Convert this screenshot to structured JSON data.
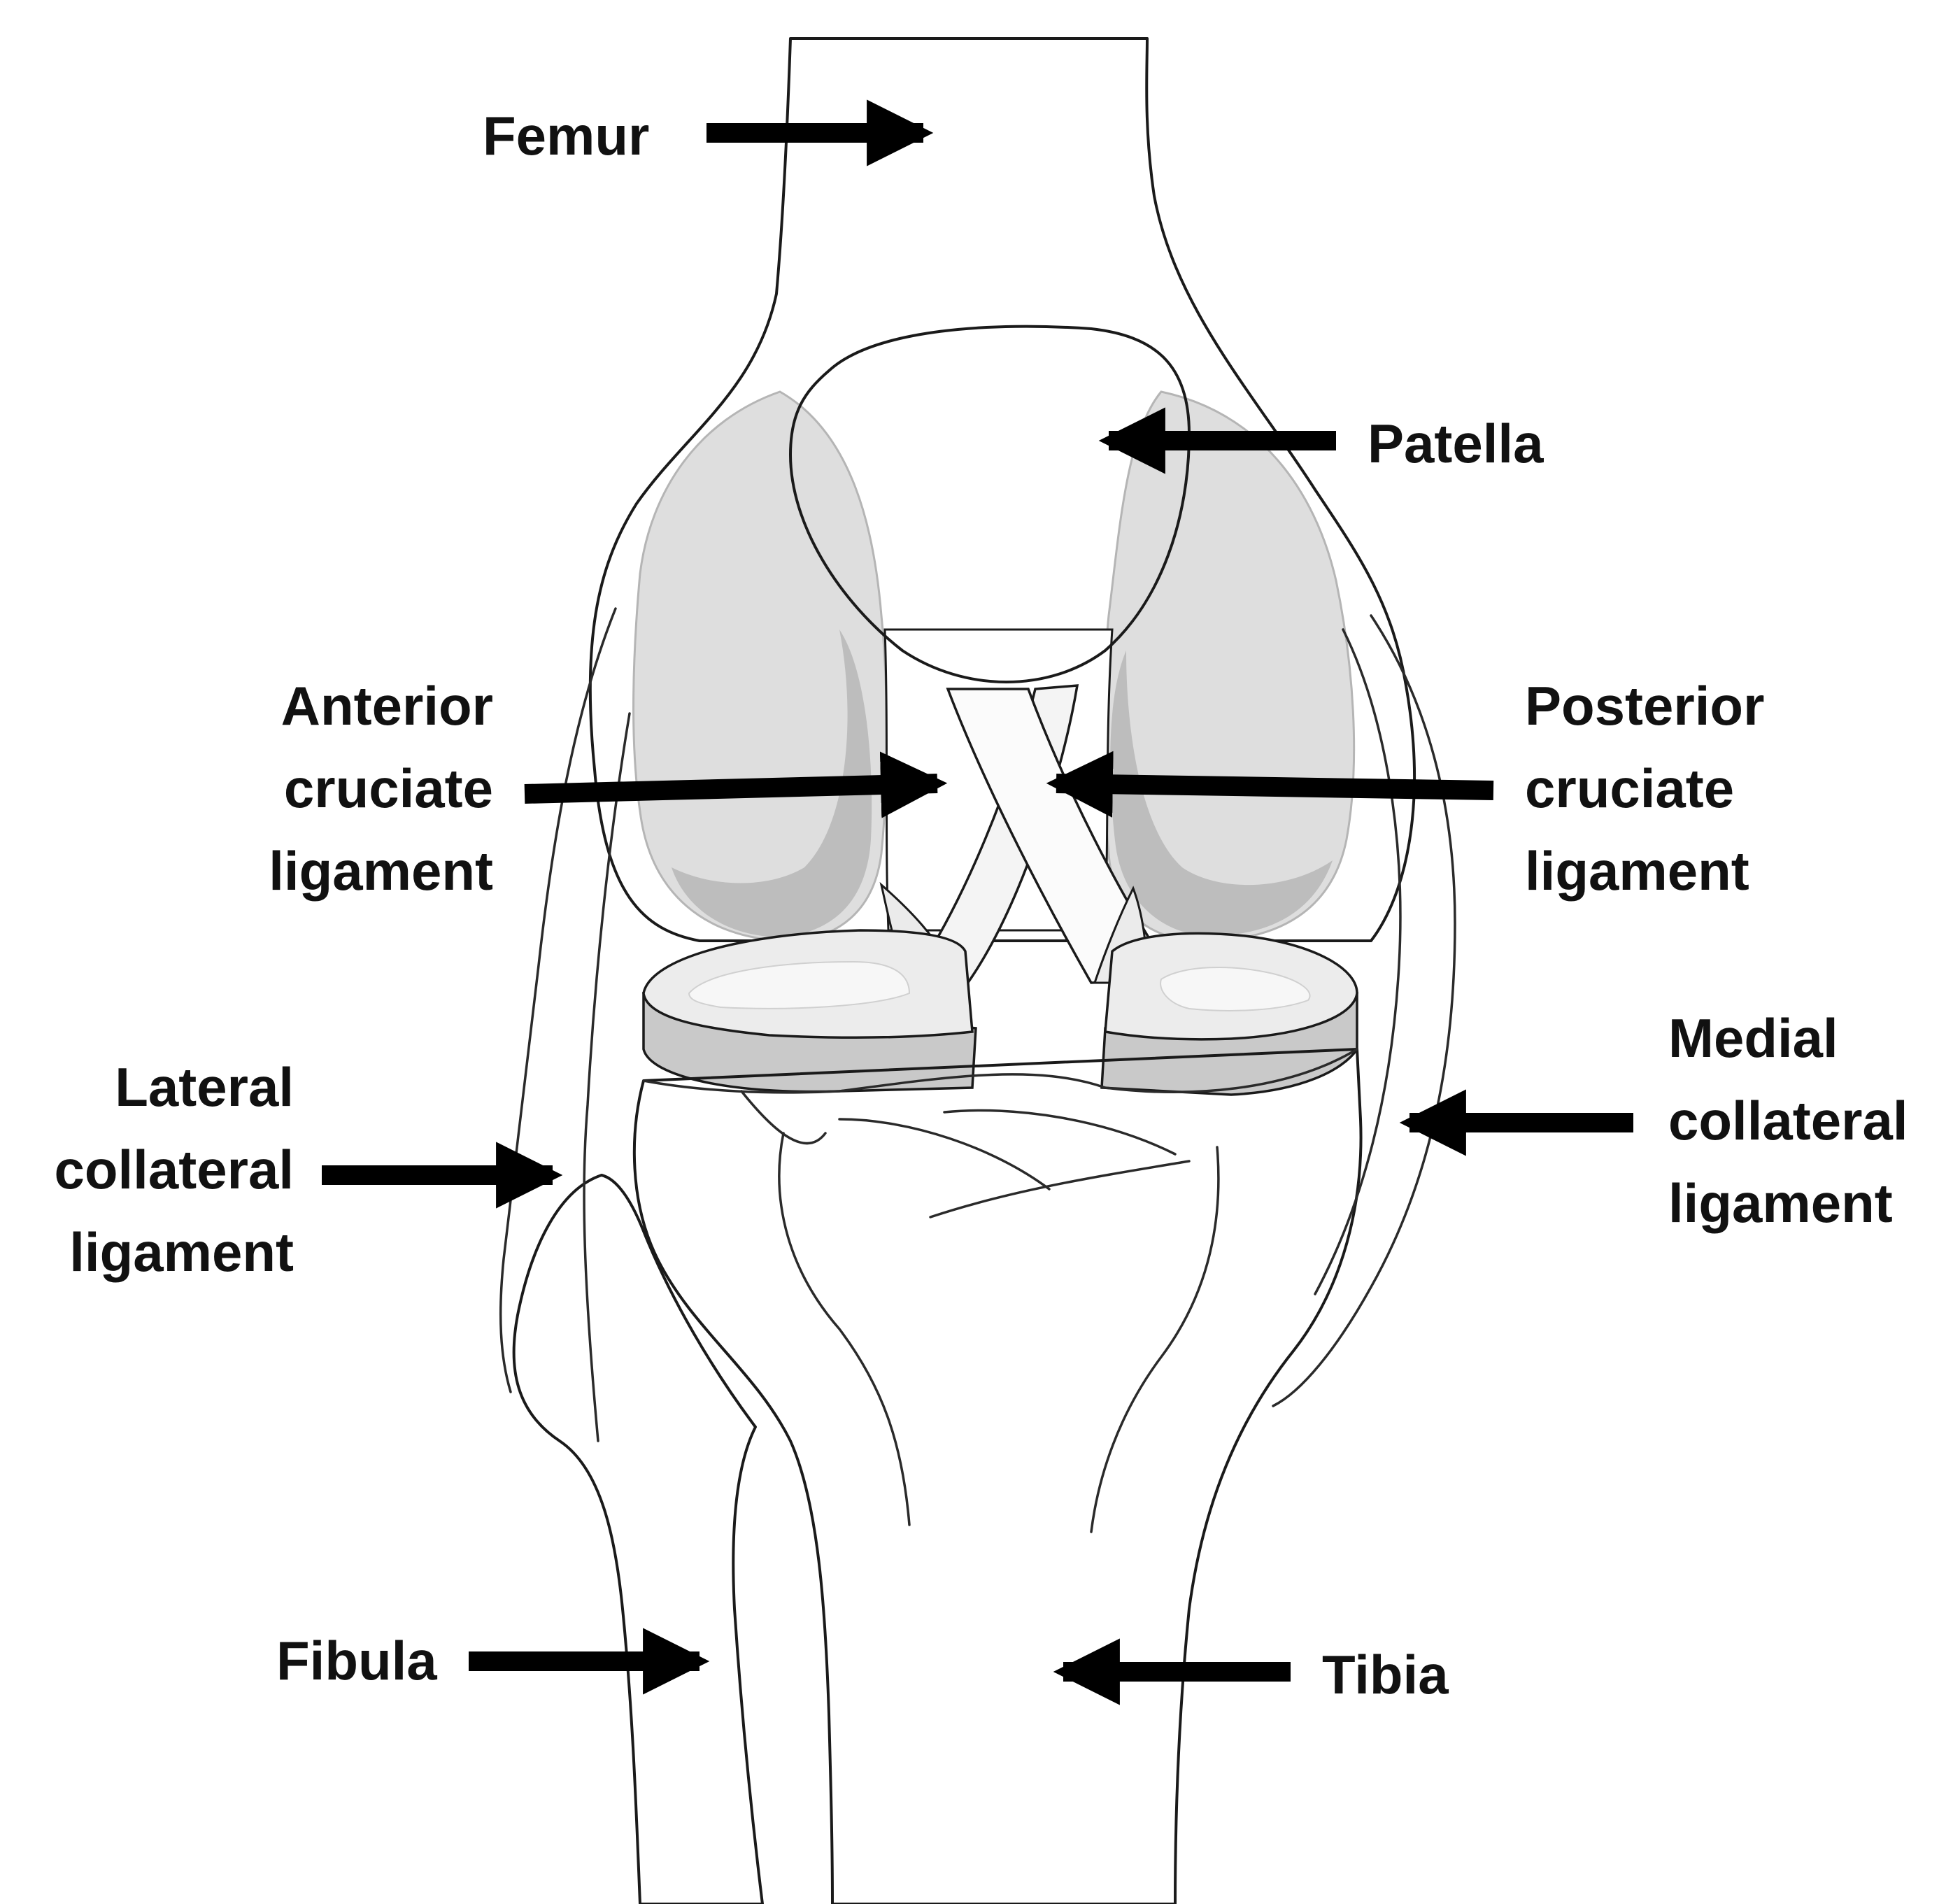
{
  "labels": {
    "femur": "Femur",
    "patella": "Patella",
    "acl": [
      "Anterior",
      "cruciate",
      "ligament"
    ],
    "pcl": [
      "Posterior",
      "cruciate",
      "ligament"
    ],
    "lcl": [
      "Lateral",
      "collateral",
      "ligament"
    ],
    "mcl": [
      "Medial",
      "collateral",
      "ligament"
    ],
    "fibula": "Fibula",
    "tibia": "Tibia"
  },
  "colors": {
    "bone": "#f9f9f9",
    "condyle": "#dedede",
    "condyle_dark": "#bdbdbd",
    "meniscus_top": "#ececec",
    "meniscus_band": "#c9c9c9",
    "outline": "#1a1a1a",
    "arrow": "#000000"
  }
}
